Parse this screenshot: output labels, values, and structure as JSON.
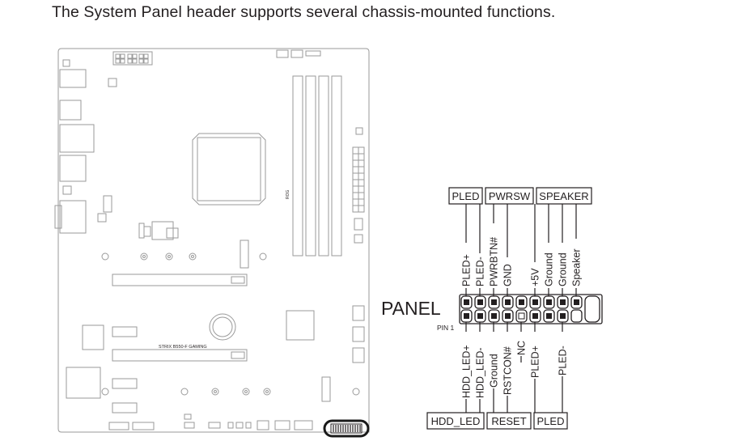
{
  "intro_text": "The System Panel header supports several chassis-mounted functions.",
  "board": {
    "model_label": "STRIX B550-F GAMING"
  },
  "header": {
    "title": "PANEL",
    "pin1_label": "PIN 1",
    "top_groups": [
      "PLED",
      "PWRSW",
      "SPEAKER"
    ],
    "bottom_groups": [
      "HDD_LED",
      "RESET",
      "PLED"
    ],
    "top_pins": [
      "PLED+",
      "PLED-",
      "PWRBTN#",
      "GND",
      "+5V",
      "Ground",
      "Ground",
      "Speaker"
    ],
    "bottom_pins": [
      "HDD_LED+",
      "HDD_LED-",
      "Ground",
      "RSTCON#",
      "NC",
      "PLED+",
      "PLED-"
    ]
  },
  "colors": {
    "line": "#231f20",
    "board_outline": "#9a9a9a",
    "highlight": "#1a1a1a"
  }
}
